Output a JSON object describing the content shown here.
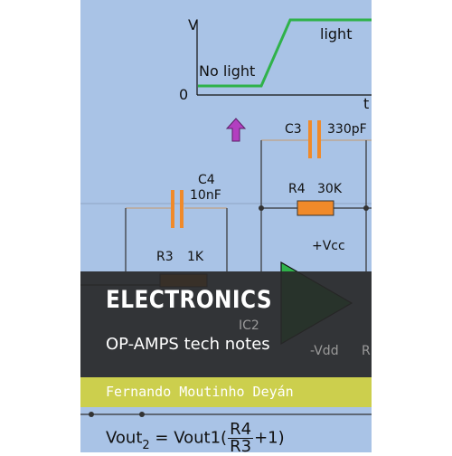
{
  "cover": {
    "title": "ELECTRONICS",
    "subtitle": "OP-AMPS tech notes",
    "author": "Fernando Moutinho Deyán",
    "colors": {
      "background": "#a9c3e6",
      "band": "#2b2b2b",
      "author_bar": "#cccf4d",
      "signal": "#2fb24a",
      "component": "#f08a2a",
      "arrow": "#b23fc0"
    }
  },
  "diagram": {
    "axis_v": "V",
    "axis_t": "t",
    "origin": "0",
    "no_light": "No light",
    "light": "light",
    "c3": "C3",
    "c3_value": "330pF",
    "c4": "C4",
    "c4_value": "10nF",
    "r4": "R4",
    "r4_value": "30K",
    "r3": "R3",
    "r3_value": "1K",
    "vcc": "+Vcc",
    "ic": "IC2",
    "vdd": "-Vdd",
    "r_partial": "R"
  },
  "formula": {
    "lhs": "Vout",
    "lhs_sub": "2",
    "eq": " = Vout1(",
    "num": "R4",
    "den": "R3",
    "tail": "+1)"
  }
}
